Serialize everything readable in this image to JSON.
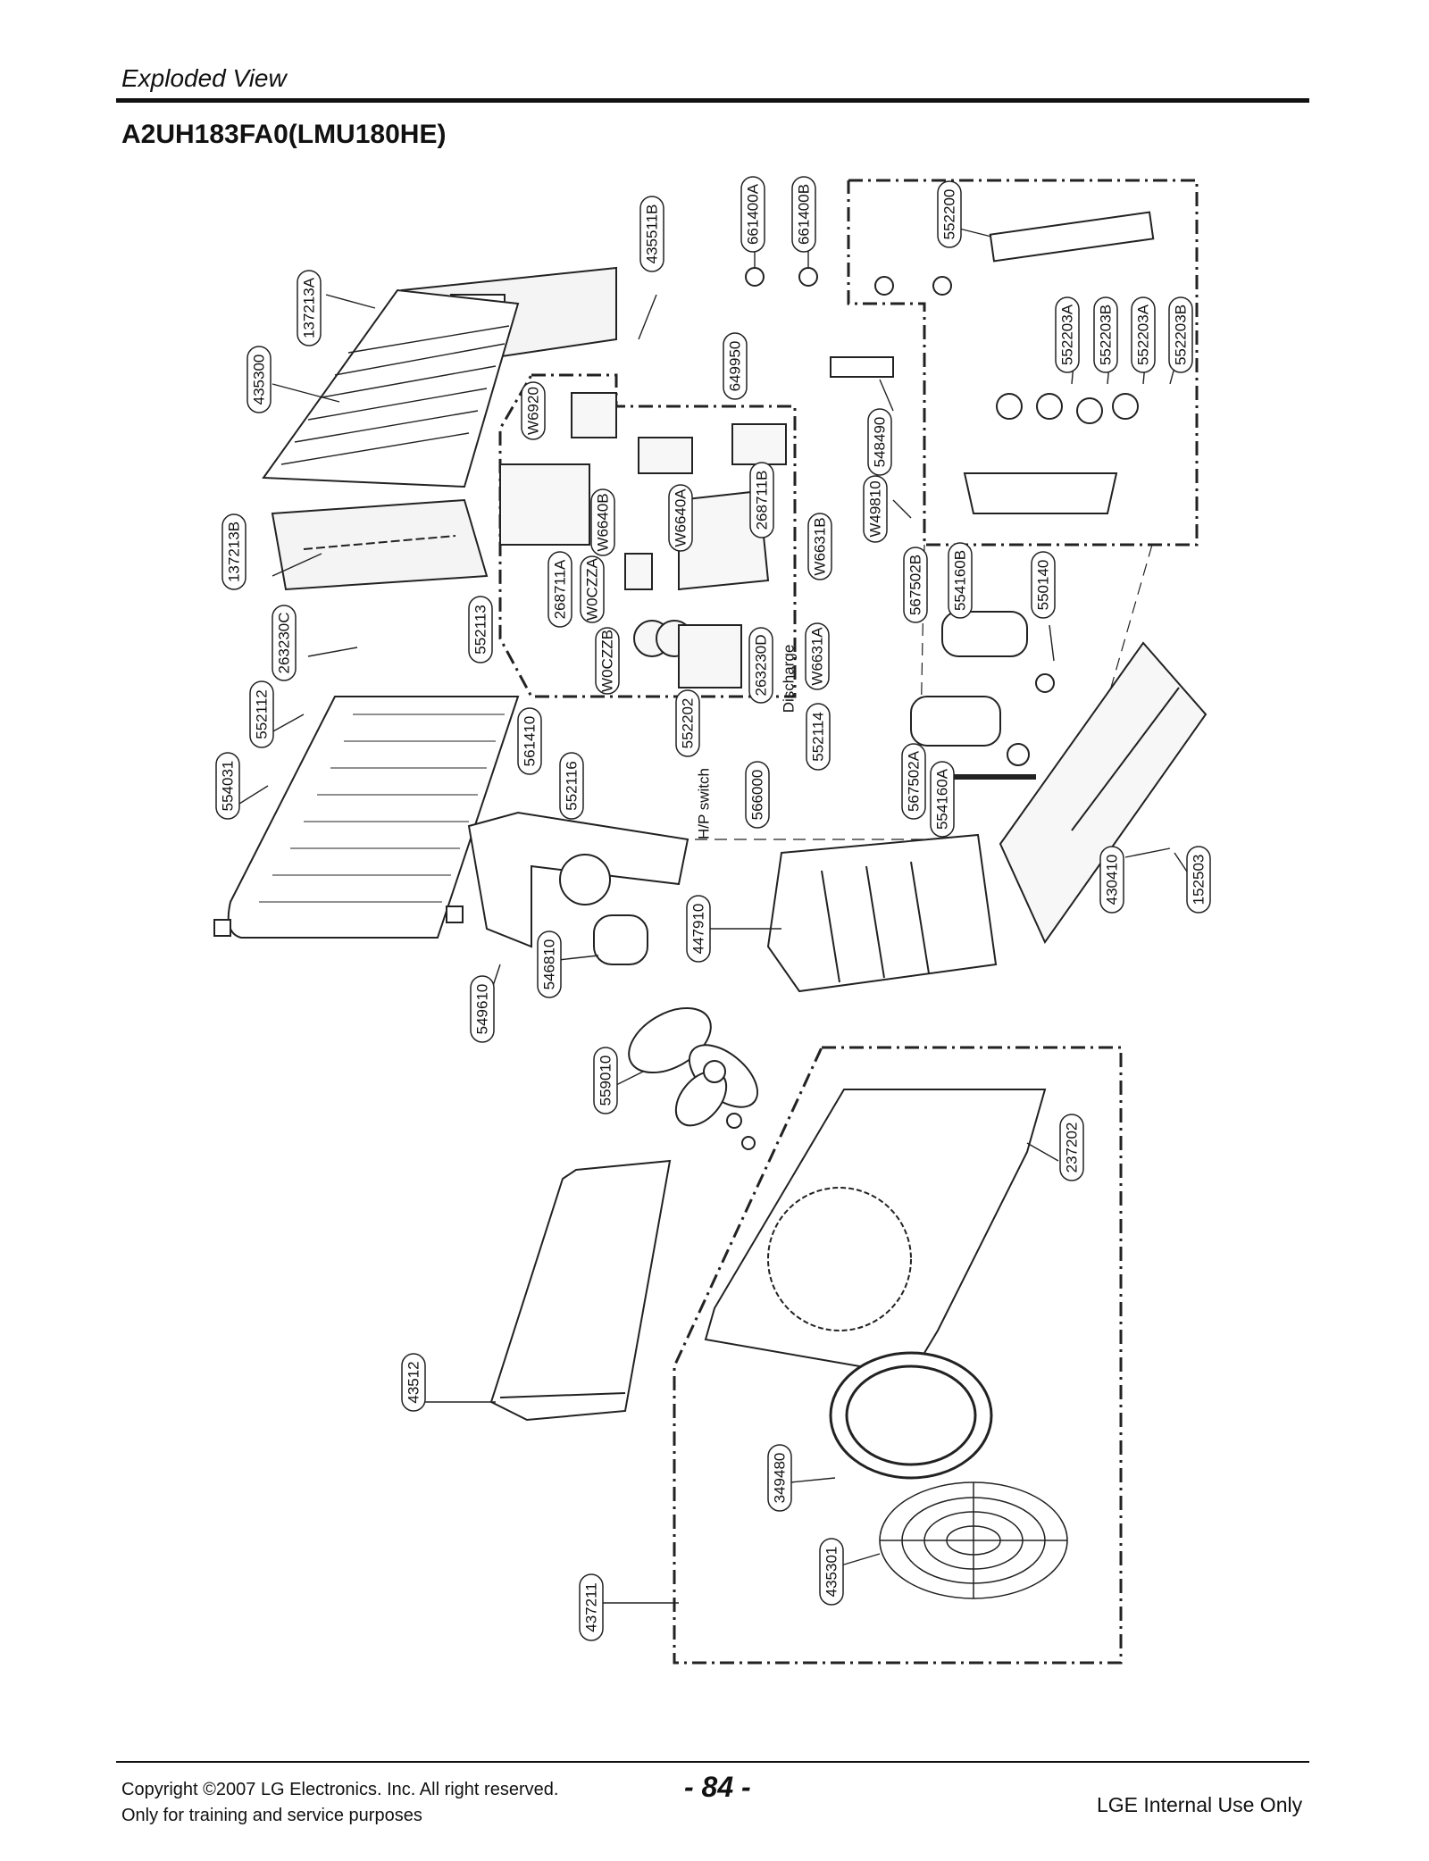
{
  "header": {
    "section_title": "Exploded View",
    "model_title": "A2UH183FA0(LMU180HE)"
  },
  "footer": {
    "copyright": "Copyright ©2007 LG Electronics. Inc. All right reserved.",
    "training_note": "Only for training and service purposes",
    "page_number": "- 84 -",
    "usage_note": "LGE Internal Use Only"
  },
  "diagram": {
    "part_labels": {
      "p137213A": "137213A",
      "p435300": "435300",
      "p435511B": "435511B",
      "p661400A": "661400A",
      "p661400B": "661400B",
      "p552200": "552200",
      "p552203A_1": "552203A",
      "p552203B_1": "552203B",
      "p552203A_2": "552203A",
      "p552203B_2": "552203B",
      "p649950": "649950",
      "pW6920": "W6920",
      "p548490": "548490",
      "p268711B": "268711B",
      "pW6640A": "W6640A",
      "pW6640B": "W6640B",
      "pW49810": "W49810",
      "pW6631B": "W6631B",
      "p137213B": "137213B",
      "p268711A": "268711A",
      "pW0CZZA": "W0CZZA",
      "p567502B": "567502B",
      "p554160B": "554160B",
      "p550140": "550140",
      "p263230C": "263230C",
      "p552113": "552113",
      "pW0CZZB": "W0CZZB",
      "p263230D": "263230D",
      "pW6631A": "W6631A",
      "pDischarge": "Discharge",
      "p552112": "552112",
      "p552202": "552202",
      "p552114": "552114",
      "p561410": "561410",
      "p566000": "566000",
      "pHP_switch": "H/P switch",
      "p567502A": "567502A",
      "p554160A": "554160A",
      "p554031": "554031",
      "p552116": "552116",
      "p152503": "152503",
      "p430410": "430410",
      "p447910": "447910",
      "p546810": "546810",
      "p549610": "549610",
      "p559010": "559010",
      "p237202": "237202",
      "p43512": "43512",
      "p349480": "349480",
      "p435301": "435301",
      "p437211": "437211"
    }
  }
}
